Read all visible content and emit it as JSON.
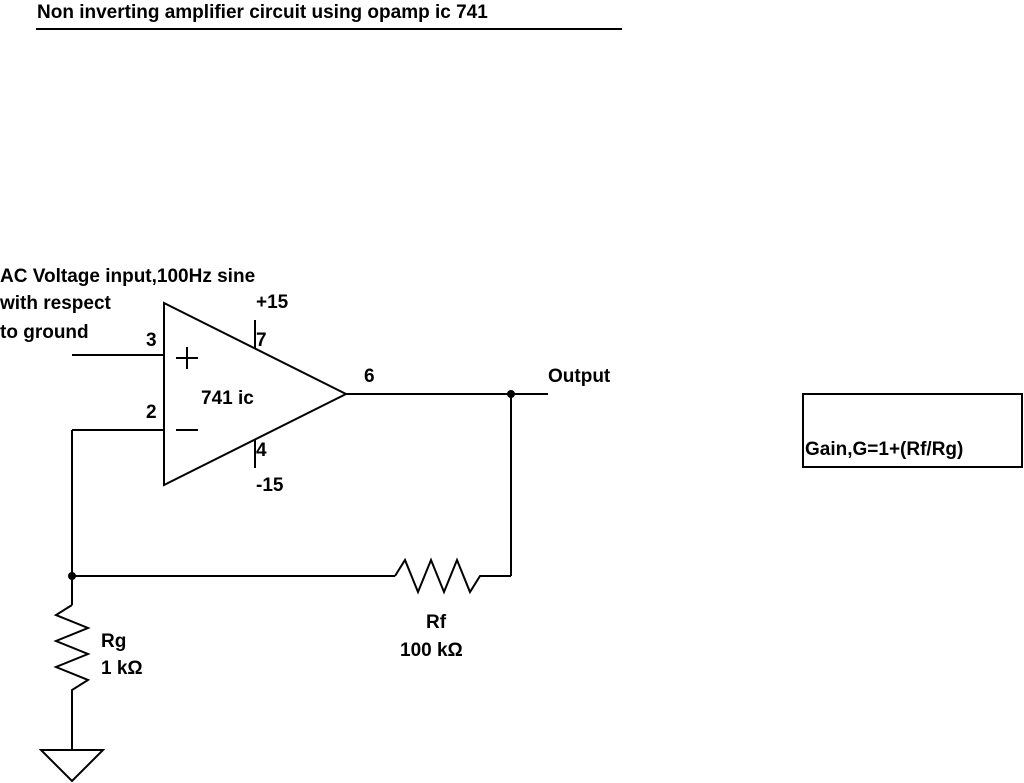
{
  "title": "Non inverting amplifier circuit using opamp ic 741",
  "input_label": {
    "line1": "AC Voltage input,100Hz sine",
    "line2": "with respect",
    "line3": "to ground"
  },
  "opamp": {
    "name": "741 ic",
    "plus_sign": "+",
    "minus_sign": "—"
  },
  "pins": {
    "non_inverting": "3",
    "inverting": "2",
    "output": "6",
    "vcc": "7",
    "vee": "4"
  },
  "supply": {
    "positive": "+15",
    "negative": "-15"
  },
  "output_label": "Output",
  "rf": {
    "name": "Rf",
    "value": "100 kΩ"
  },
  "rg": {
    "name": "Rg",
    "value": "1 kΩ"
  },
  "gain_formula": "Gain,G=1+(Rf/Rg)",
  "colors": {
    "line": "#000000",
    "background": "#ffffff"
  }
}
